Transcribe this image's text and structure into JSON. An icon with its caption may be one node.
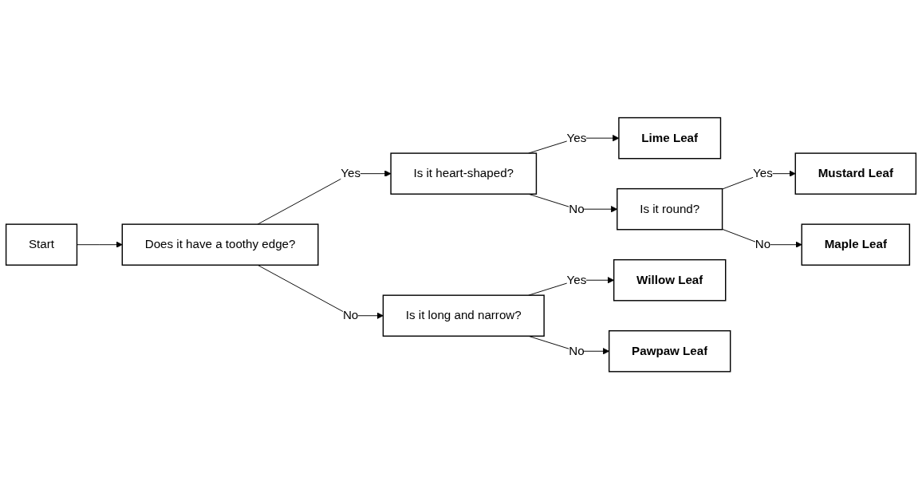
{
  "diagram": {
    "nodes": [
      {
        "text": [
          "Start"
        ]
      },
      {
        "text": [
          "Does it have a toothy edge?"
        ]
      },
      {
        "text": [
          "Is it heart-shaped?"
        ]
      },
      {
        "text": [
          "Lime Leaf"
        ]
      },
      {
        "text": [
          "Is it long and narrow?"
        ]
      },
      {
        "text": [
          "Willow Leaf"
        ]
      },
      {
        "text": [
          "Is it round?"
        ]
      },
      {
        "text": [
          "Mustard Leaf"
        ]
      },
      {
        "text": [
          "Maple Leaf"
        ]
      },
      {
        "text": [
          "Pawpaw Leaf"
        ]
      }
    ],
    "edges": [
      {
        "from": 0,
        "to": 1,
        "arrow": "to"
      },
      {
        "from": 1,
        "to": 2,
        "arrow": "to",
        "label": "Yes"
      },
      {
        "from": 2,
        "to": 3,
        "arrow": "to",
        "label": "Yes"
      },
      {
        "from": 2,
        "to": 6,
        "arrow": "to",
        "label": "No"
      },
      {
        "from": 1,
        "to": 4,
        "arrow": "to",
        "label": "No"
      },
      {
        "from": 4,
        "to": 5,
        "arrow": "to",
        "label": "Yes"
      },
      {
        "from": 6,
        "to": 7,
        "arrow": "to",
        "label": "Yes"
      },
      {
        "from": 6,
        "to": 8,
        "arrow": "to",
        "label": "No"
      },
      {
        "from": 4,
        "to": 9,
        "arrow": "to",
        "label": "No"
      }
    ]
  }
}
